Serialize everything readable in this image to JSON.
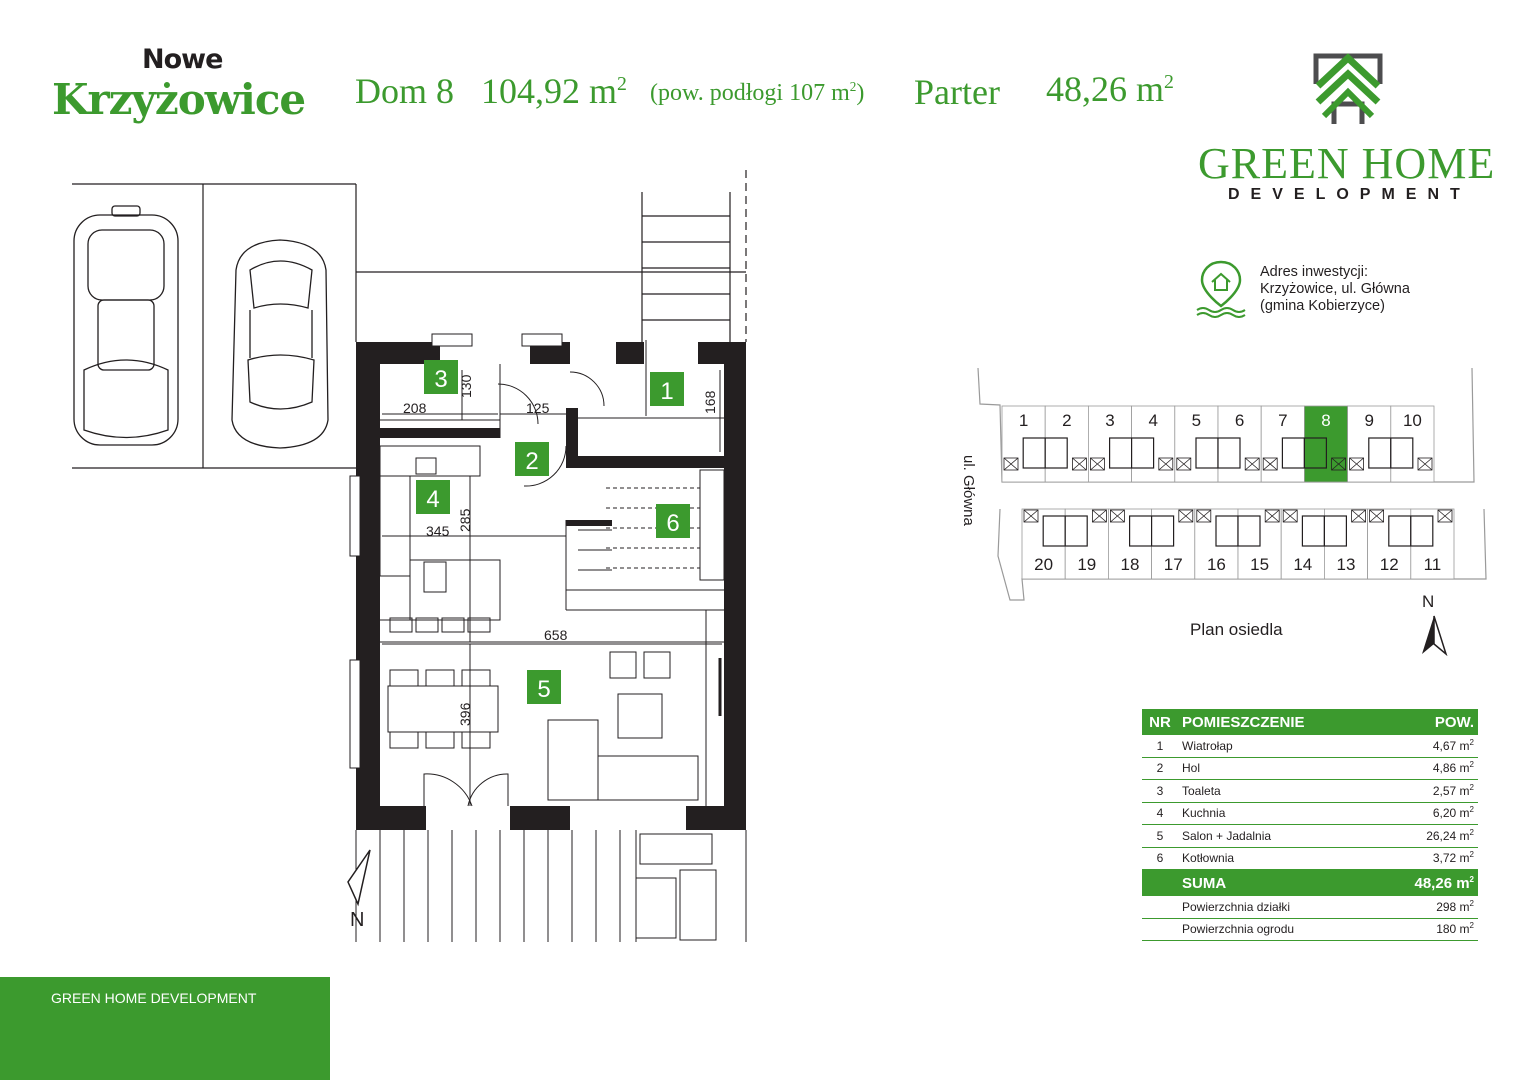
{
  "brand": {
    "prefix": "Nowe",
    "name": "Krzyżowice"
  },
  "header": {
    "house": "Dom 8",
    "total_area": "104,92 m",
    "floor_area_note": "(pow. podłogi 107 m",
    "floor_area_note_end": ")",
    "level": "Parter",
    "level_area": "48,26 m",
    "sup": "2"
  },
  "company": {
    "name": "GREEN HOME",
    "sub": "DEVELOPMENT"
  },
  "address": {
    "label": "Adres inwestycji:",
    "line1": "Krzyżowice, ul. Główna",
    "line2": "(gmina Kobierzyce)"
  },
  "site_plan": {
    "title": "Plan osiedla",
    "street": "ul. Główna",
    "north": "N",
    "top_row": [
      "1",
      "2",
      "3",
      "4",
      "5",
      "6",
      "7",
      "8",
      "9",
      "10"
    ],
    "bottom_row": [
      "20",
      "19",
      "18",
      "17",
      "16",
      "15",
      "14",
      "13",
      "12",
      "11"
    ],
    "highlight": "8"
  },
  "floor_plan": {
    "north": "N",
    "rooms": [
      "1",
      "2",
      "3",
      "4",
      "5",
      "6"
    ],
    "dimensions": {
      "d130": "130",
      "d208": "208",
      "d125": "125",
      "d168": "168",
      "d285": "285",
      "d345": "345",
      "d658": "658",
      "d396": "396"
    }
  },
  "table": {
    "headers": {
      "nr": "NR",
      "room": "POMIESZCZENIE",
      "area": "POW."
    },
    "unit": "m",
    "unit_sup": "2",
    "rows": [
      {
        "nr": "1",
        "name": "Wiatrołap",
        "area": "4,67 m"
      },
      {
        "nr": "2",
        "name": "Hol",
        "area": "4,86 m"
      },
      {
        "nr": "3",
        "name": "Toaleta",
        "area": "2,57 m"
      },
      {
        "nr": "4",
        "name": "Kuchnia",
        "area": "6,20 m"
      },
      {
        "nr": "5",
        "name": "Salon + Jadalnia",
        "area": "26,24 m"
      },
      {
        "nr": "6",
        "name": "Kotłownia",
        "area": "3,72 m"
      }
    ],
    "sum": {
      "label": "SUMA",
      "area": "48,26 m"
    },
    "extra": [
      {
        "name": "Powierzchnia działki",
        "area": "298 m"
      },
      {
        "name": "Powierzchnia ogrodu",
        "area": "180 m"
      }
    ]
  },
  "footer": {
    "text": "GREEN HOME DEVELOPMENT"
  },
  "colors": {
    "green": "#3c9a2e",
    "wall": "#231f20"
  }
}
